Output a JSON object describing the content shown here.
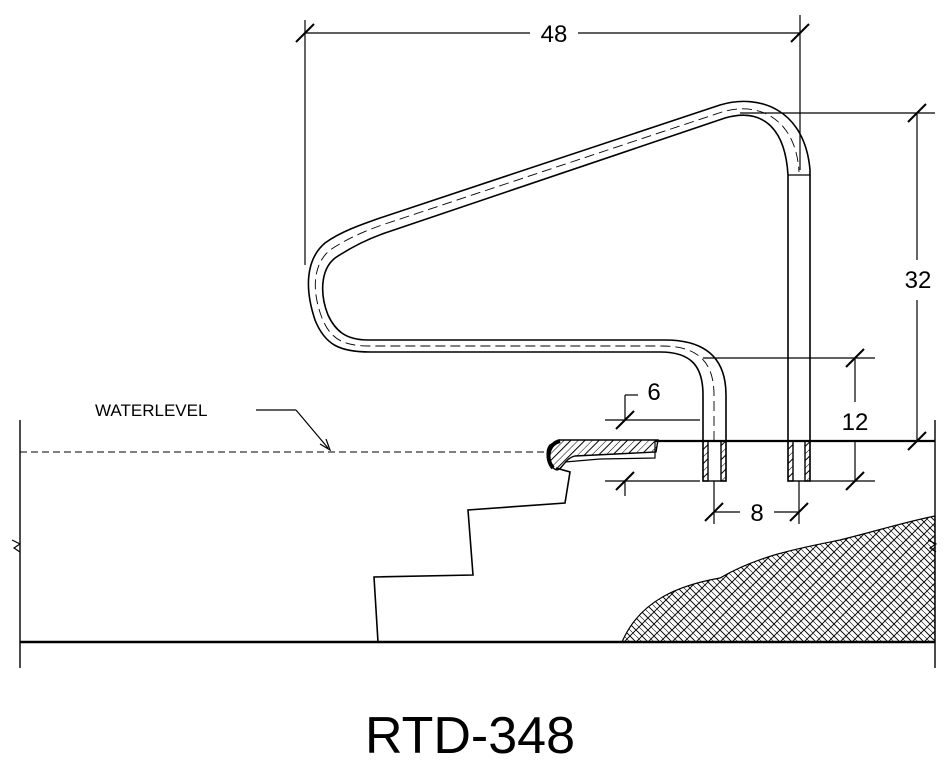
{
  "drawing": {
    "title": "RTD-348",
    "waterlevel_label": "WATERLEVEL",
    "dimensions": {
      "width": "48",
      "height": "32",
      "embed_depth": "12",
      "offset": "6",
      "socket_spacing": "8"
    }
  }
}
